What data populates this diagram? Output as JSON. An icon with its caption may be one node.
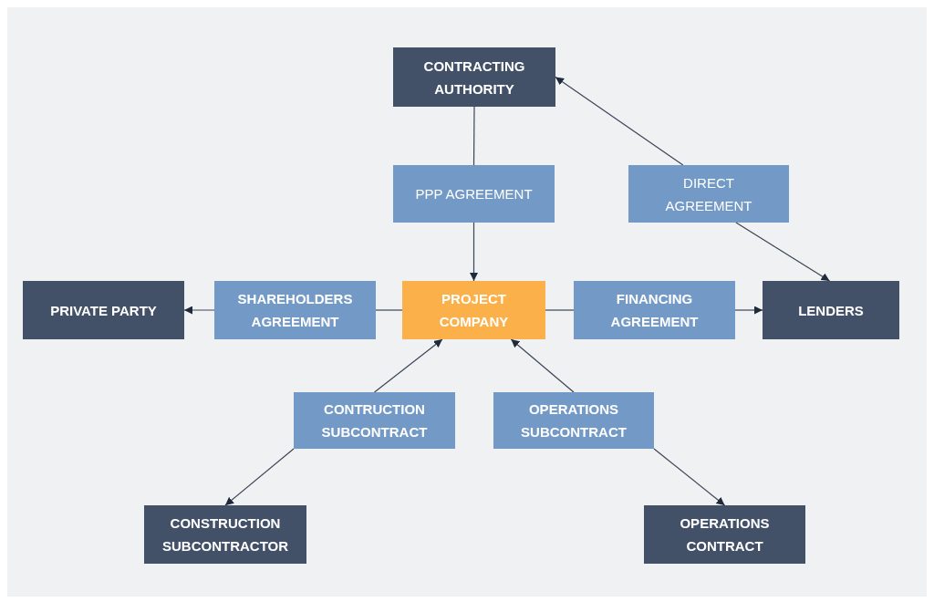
{
  "diagram": {
    "nodes": [
      {
        "text": [
          "CONTRACTING AUTHORITY"
        ]
      },
      {
        "text": [
          "PPP AGREEMENT"
        ]
      },
      {
        "text": [
          "DIRECT AGREEMENT"
        ]
      },
      {
        "text": [
          "PRIVATE PARTY"
        ]
      },
      {
        "text": [
          "SHAREHOLDERS AGREEMENT"
        ]
      },
      {
        "text": [
          "PROJECT COMPANY"
        ]
      },
      {
        "text": [
          "FINANCING AGREEMENT"
        ]
      },
      {
        "text": [
          "LENDERS"
        ]
      },
      {
        "text": [
          "CONTRUCTION SUBCONTRACT"
        ]
      },
      {
        "text": [
          "OPERATIONS SUBCONTRACT"
        ]
      },
      {
        "text": [
          "CONSTRUCTION SUBCONTRACTOR"
        ]
      },
      {
        "text": [
          "OPERATIONS CONTRACT"
        ]
      }
    ],
    "edges": [
      {
        "from": 0,
        "to": 1,
        "arrow": "none"
      },
      {
        "from": 1,
        "to": 5,
        "arrow": "to"
      },
      {
        "from": 2,
        "to": 0,
        "arrow": "to"
      },
      {
        "from": 2,
        "to": 7,
        "arrow": "to"
      },
      {
        "from": 5,
        "to": 4,
        "arrow": "none"
      },
      {
        "from": 4,
        "to": 3,
        "arrow": "to"
      },
      {
        "from": 5,
        "to": 6,
        "arrow": "none"
      },
      {
        "from": 6,
        "to": 7,
        "arrow": "to"
      },
      {
        "from": 8,
        "to": 5,
        "arrow": "to"
      },
      {
        "from": 8,
        "to": 10,
        "arrow": "to"
      },
      {
        "from": 9,
        "to": 5,
        "arrow": "to"
      },
      {
        "from": 9,
        "to": 11,
        "arrow": "to"
      }
    ]
  }
}
